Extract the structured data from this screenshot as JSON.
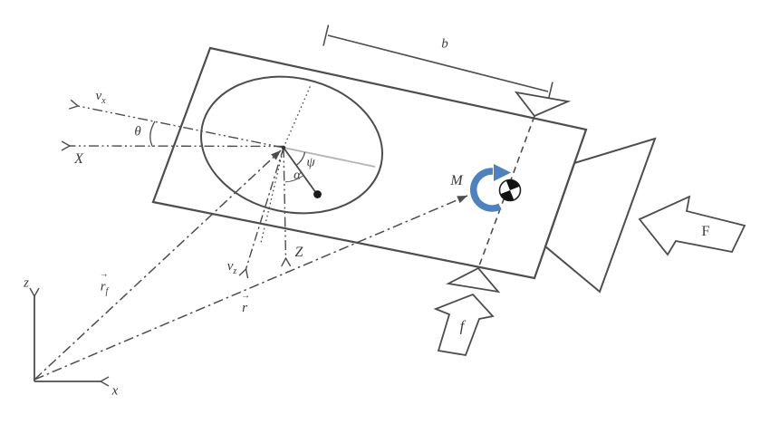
{
  "labels": {
    "v": "v",
    "sub_x": "x",
    "sub_z": "z",
    "sub_f": "f",
    "theta": "θ",
    "psi": "ψ",
    "alpha": "α",
    "X": "X",
    "Z": "Z",
    "r": "r",
    "vec_arrow": "→",
    "z_axis": "z",
    "x_axis": "x",
    "b": "b",
    "M": "M",
    "F": "F",
    "f": "f"
  },
  "colors": {
    "line": "#4d4d4d",
    "light_line": "#b3b3b3",
    "moment_arrow": "#4f81bd",
    "cm_black": "#111111",
    "text": "#3a3a3a",
    "background": "#ffffff"
  }
}
